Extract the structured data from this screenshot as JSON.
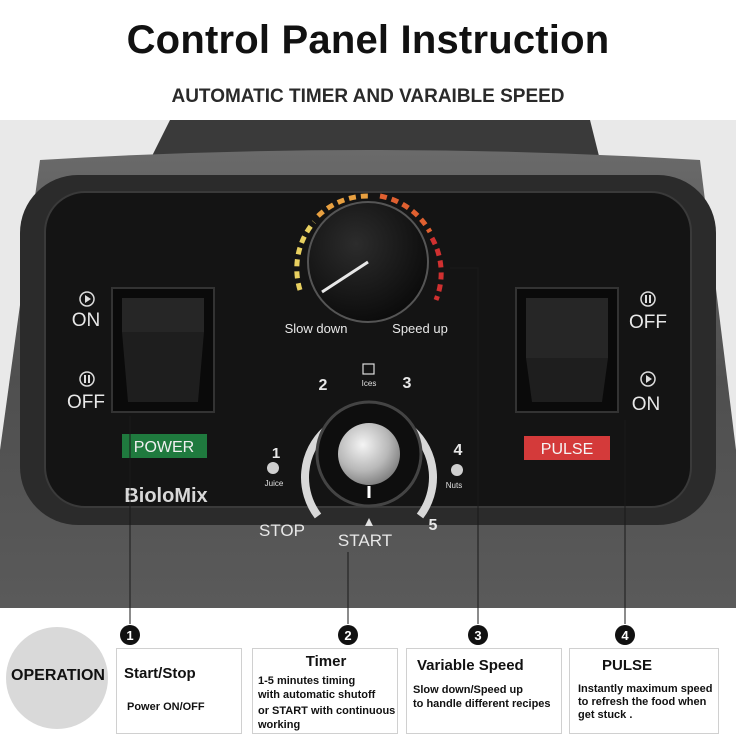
{
  "header": {
    "title": "Control Panel Instruction",
    "subtitle": "AUTOMATIC TIMER AND VARAIBLE SPEED"
  },
  "panel": {
    "brand": "BioloMix",
    "power_switch": {
      "on_label": "ON",
      "off_label": "OFF",
      "badge": "POWER"
    },
    "pulse_switch": {
      "off_label": "OFF",
      "on_label": "ON",
      "badge": "PULSE"
    },
    "speed_knob": {
      "left_label": "Slow down",
      "right_label": "Speed up"
    },
    "timer_knob": {
      "marks": [
        "1",
        "2",
        "3",
        "4",
        "5"
      ],
      "stop": "STOP",
      "start": "START",
      "presets": [
        "Juice",
        "Ices",
        "Nuts"
      ]
    }
  },
  "callouts": [
    "1",
    "2",
    "3",
    "4"
  ],
  "operation": {
    "label": "OPERATION",
    "boxes": [
      {
        "title": "Start/Stop",
        "lines": [
          "Power ON/OFF"
        ]
      },
      {
        "title": "Timer",
        "lines": [
          "1-5 minutes timing",
          "with automatic shutoff",
          "or START with continuous",
          "working"
        ]
      },
      {
        "title": "Variable Speed",
        "lines": [
          "Slow down/Speed up",
          "to handle different recipes"
        ]
      },
      {
        "title": "PULSE",
        "lines": [
          "Instantly maximum speed",
          "to refresh the food when",
          "get stuck ."
        ]
      }
    ]
  },
  "colors": {
    "power_badge": "#1f7a3e",
    "pulse_badge": "#d43a3a",
    "panel": "#1a1a1a",
    "housing": "#555555"
  }
}
